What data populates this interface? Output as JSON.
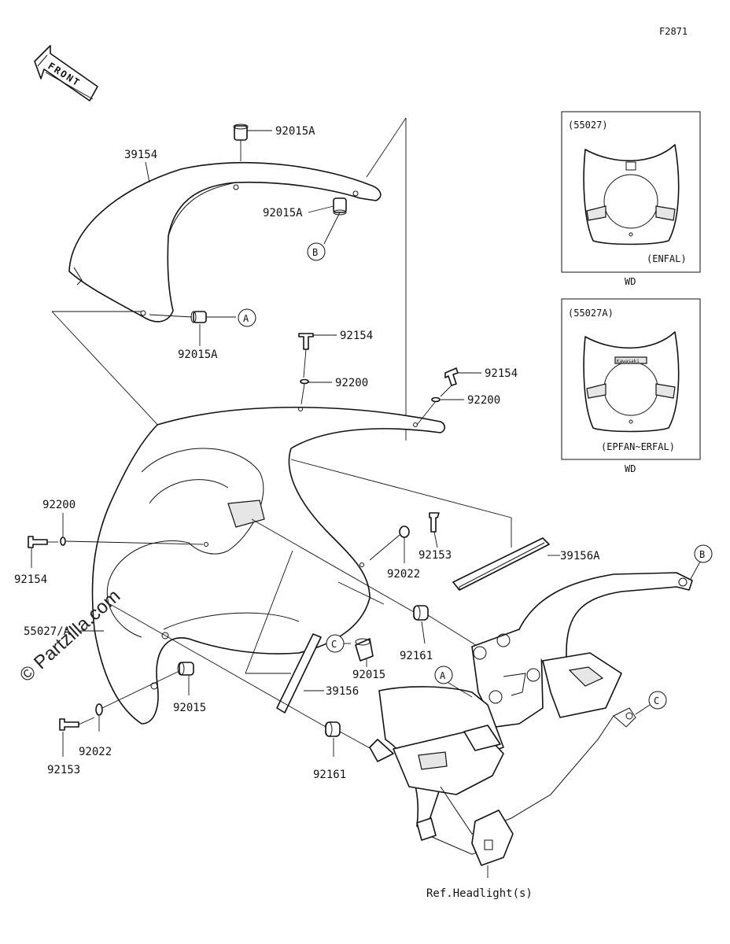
{
  "figure_code": "F2871",
  "front_arrow_text": "FRONT",
  "watermark": "© Partzilla.com",
  "labels": {
    "p92015A_top": "92015A",
    "p39154": "39154",
    "p92015A_mid": "92015A",
    "p92015A_low": "92015A",
    "p92154_a": "92154",
    "p92200_a": "92200",
    "p92154_b": "92154",
    "p92200_b": "92200",
    "p92200_c": "92200",
    "p92154_c": "92154",
    "p92153_a": "92153",
    "p92022_a": "92022",
    "p39156A": "39156A",
    "p55027A": "55027/A",
    "p92015_a": "92015",
    "p92161_a": "92161",
    "p92015_b": "92015",
    "p39156": "39156",
    "p92022_b": "92022",
    "p92153_b": "92153",
    "p92161_b": "92161",
    "ref_headlight": "Ref.Headlight(s)"
  },
  "callouts": {
    "A": "A",
    "B": "B",
    "C": "C"
  },
  "variants": [
    {
      "part": "(55027)",
      "code": "(ENFAL)",
      "color": "WD"
    },
    {
      "part": "(55027A)",
      "code": "(EPFAN~ERFAL)",
      "color": "WD"
    }
  ],
  "variant_logo": "Kawasaki"
}
